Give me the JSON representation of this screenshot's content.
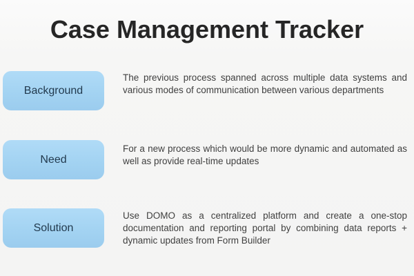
{
  "slide": {
    "title": "Case Management Tracker",
    "rows": [
      {
        "label": "Background",
        "text": "The previous process spanned across multiple data systems and various modes of communication between various departments"
      },
      {
        "label": "Need",
        "text": "For a new process which would be more dynamic and automated as well as provide real-time updates"
      },
      {
        "label": "Solution",
        "text": "Use DOMO as a centralized platform and create a one-stop documentation and reporting portal by combining data reports + dynamic updates from Form Builder"
      }
    ],
    "colors": {
      "background": "#f6f6f5",
      "box_fill_top": "#b0dbf7",
      "box_fill_bottom": "#9bccee",
      "box_label_text": "#223a4e",
      "title_text": "#262626",
      "body_text": "#404040"
    }
  }
}
